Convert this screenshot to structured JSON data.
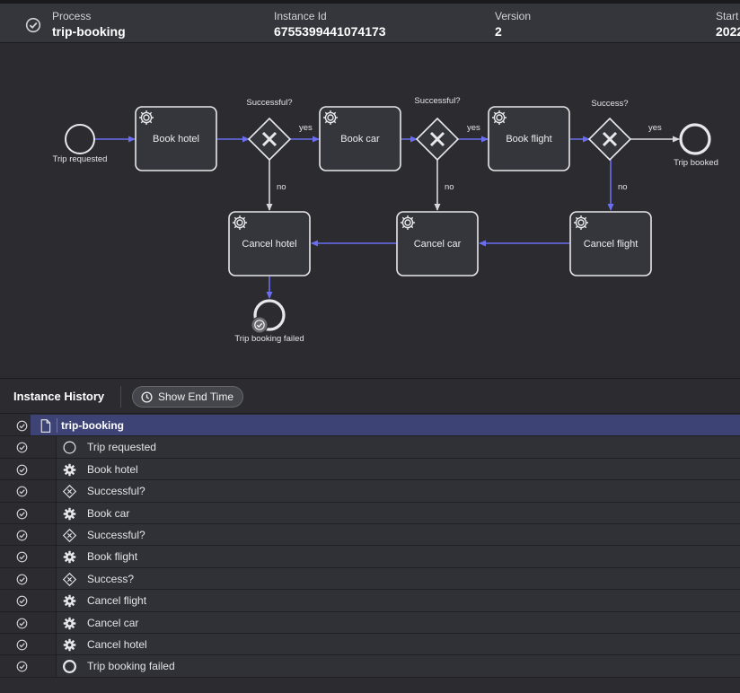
{
  "header": {
    "process_label": "Process",
    "process_value": "trip-booking",
    "instance_label": "Instance Id",
    "instance_value": "6755399441074173",
    "version_label": "Version",
    "version_value": "2",
    "start_label": "Start",
    "start_value": "2022"
  },
  "diagram": {
    "events": {
      "trip_requested": "Trip requested",
      "trip_booked": "Trip booked",
      "trip_booking_failed": "Trip booking failed"
    },
    "tasks": {
      "book_hotel": "Book hotel",
      "book_car": "Book car",
      "book_flight": "Book flight",
      "cancel_hotel": "Cancel hotel",
      "cancel_car": "Cancel car",
      "cancel_flight": "Cancel flight"
    },
    "gateways": {
      "g1": "Successful?",
      "g2": "Successful?",
      "g3": "Success?"
    },
    "flow_labels": {
      "yes": "yes",
      "no": "no"
    },
    "colors": {
      "taken_flow": "#6b6ef0",
      "untaken_flow": "#d8d8dc",
      "shape_stroke": "#e8e8ec"
    }
  },
  "history": {
    "title": "Instance History",
    "show_end_time": "Show End Time",
    "root": {
      "label": "trip-booking",
      "icon": "document-icon"
    },
    "rows": [
      {
        "label": "Trip requested",
        "icon": "start-event-icon"
      },
      {
        "label": "Book hotel",
        "icon": "service-task-icon"
      },
      {
        "label": "Successful?",
        "icon": "exclusive-gateway-icon"
      },
      {
        "label": "Book car",
        "icon": "service-task-icon"
      },
      {
        "label": "Successful?",
        "icon": "exclusive-gateway-icon"
      },
      {
        "label": "Book flight",
        "icon": "service-task-icon"
      },
      {
        "label": "Success?",
        "icon": "exclusive-gateway-icon"
      },
      {
        "label": "Cancel flight",
        "icon": "service-task-icon"
      },
      {
        "label": "Cancel car",
        "icon": "service-task-icon"
      },
      {
        "label": "Cancel hotel",
        "icon": "service-task-icon"
      },
      {
        "label": "Trip booking failed",
        "icon": "end-event-icon"
      }
    ]
  }
}
